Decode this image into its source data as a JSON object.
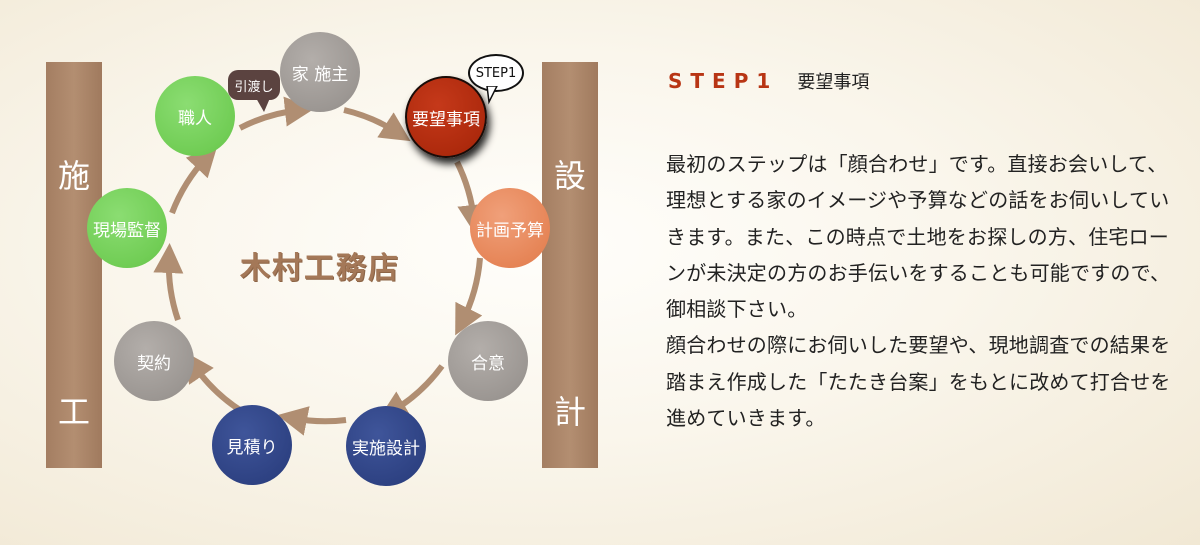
{
  "bars": {
    "left": [
      "施",
      "工"
    ],
    "right": [
      "設",
      "計"
    ]
  },
  "center_label": "木村工務店",
  "nodes": [
    {
      "id": "client",
      "label": "家 施主",
      "color": "gray"
    },
    {
      "id": "requests",
      "label": "要望事項",
      "color": "red"
    },
    {
      "id": "budget",
      "label": "計画予算",
      "color": "orange"
    },
    {
      "id": "agreement",
      "label": "合意",
      "color": "gray"
    },
    {
      "id": "detail-design",
      "label": "実施設計",
      "color": "navy"
    },
    {
      "id": "estimate",
      "label": "見積り",
      "color": "navy"
    },
    {
      "id": "contract",
      "label": "契約",
      "color": "gray"
    },
    {
      "id": "site-supervision",
      "label": "現場監督",
      "color": "green"
    },
    {
      "id": "craftsman",
      "label": "職人",
      "color": "green"
    }
  ],
  "handover_label": "引渡し",
  "step_bubble": "STEP1",
  "step": {
    "number": "STEP1",
    "title": "要望事項"
  },
  "description": [
    "最初のステップは「顔合わせ」です。直接お会いして、理想とする家のイメージや予算などの話をお伺いしていきます。また、この時点で土地をお探しの方、住宅ローンが未決定の方のお手伝いをすることも可能ですので、御相談下さい。",
    "顔合わせの際にお伺いした要望や、現地調査での結果を踏まえ作成した「たたき台案」をもとに改めて打合せを進めていきます。"
  ],
  "colors": {
    "bar": "#a47e62",
    "arrow": "#b08e72",
    "step_accent": "#b83514"
  }
}
